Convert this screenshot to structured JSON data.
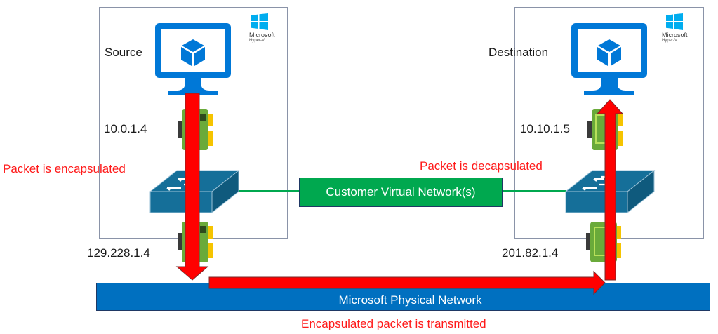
{
  "source_host": {
    "label": "Source",
    "vm_ip": "10.0.1.4",
    "host_ip": "129.228.1.4",
    "logo": {
      "icon": "windows-logo-icon",
      "brand": "Microsoft",
      "product": "Hyper-V"
    }
  },
  "destination_host": {
    "label": "Destination",
    "vm_ip": "10.10.1.5",
    "host_ip": "201.82.1.4",
    "logo": {
      "icon": "windows-logo-icon",
      "brand": "Microsoft",
      "product": "Hyper-V"
    }
  },
  "annotations": {
    "encapsulated": "Packet is encapsulated",
    "decapsulated": "Packet is decapsulated",
    "transmitted": "Encapsulated packet is transmitted"
  },
  "networks": {
    "customer": "Customer Virtual Network(s)",
    "physical": "Microsoft Physical Network"
  },
  "colors": {
    "vm_blue": "#0078d7",
    "switch_blue": "#156f99",
    "nic_green": "#6aaa3a",
    "arrow_red": "#ff0000",
    "customer_green": "#00a84f",
    "physical_blue": "#0070c0",
    "windows_blue": "#00adef"
  }
}
